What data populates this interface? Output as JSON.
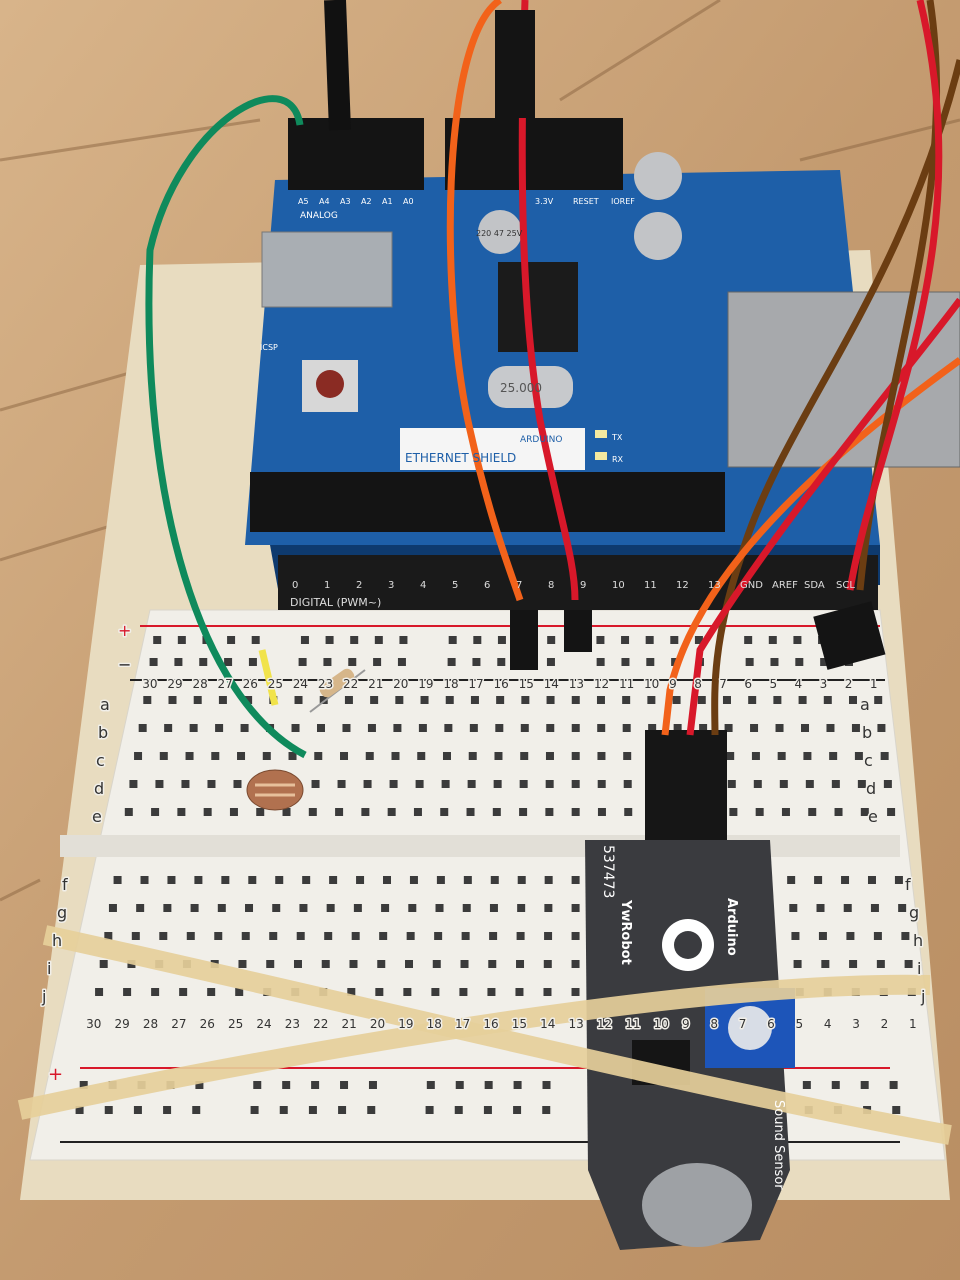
{
  "board": {
    "analog_header_label": "ANALOG",
    "analog_pins": [
      "A5",
      "A4",
      "A3",
      "A2",
      "A1",
      "A0"
    ],
    "power_pins": [
      "3.3V",
      "RESET",
      "IOREF"
    ],
    "shield_name": "ETHERNET SHIELD",
    "shield_brand": "ARDUINO",
    "digital_label": "DIGITAL (PWM~)",
    "digital_pins": [
      "0",
      "1",
      "2",
      "3",
      "4",
      "5",
      "6",
      "7",
      "8",
      "9",
      "10",
      "11",
      "12",
      "13",
      "GND",
      "AREF",
      "SDA",
      "SCL"
    ],
    "capacitor_label": "220 47 25V",
    "crystal_label": "25.000",
    "led_labels": [
      "TX",
      "RX"
    ],
    "icsp_label": "ICSP"
  },
  "breadboard": {
    "column_numbers": [
      "30",
      "29",
      "28",
      "27",
      "26",
      "25",
      "24",
      "23",
      "22",
      "21",
      "20",
      "19",
      "18",
      "17",
      "16",
      "15",
      "14",
      "13",
      "12",
      "11",
      "10",
      "9",
      "8",
      "7",
      "6",
      "5",
      "4",
      "3",
      "2",
      "1"
    ],
    "row_letters_top": [
      "a",
      "b",
      "c",
      "d",
      "e"
    ],
    "row_letters_bottom": [
      "f",
      "g",
      "h",
      "i",
      "j"
    ],
    "rail_plus": "+",
    "rail_minus": "−"
  },
  "sensor": {
    "brand": "YwRobot",
    "platform": "Arduino",
    "name": "Sound Sensor",
    "code": "537473"
  },
  "colors": {
    "wood": "#c9a27a",
    "breadboard": "#f1efe9",
    "arduino_blue": "#1e5fa8",
    "sensor_gray": "#3a3b3f",
    "wire_green": "#0f8a5c",
    "wire_orange": "#f2621a",
    "wire_red": "#d8182a",
    "wire_brown": "#6b3d12"
  }
}
